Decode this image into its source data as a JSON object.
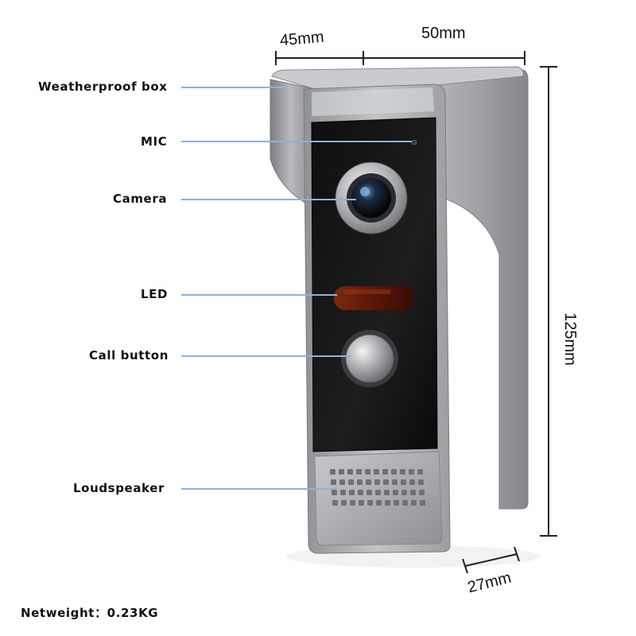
{
  "callouts": [
    {
      "label": "Weatherproof box"
    },
    {
      "label": "MIC"
    },
    {
      "label": "Camera"
    },
    {
      "label": "LED"
    },
    {
      "label": "Call button"
    },
    {
      "label": "Loudspeaker"
    }
  ],
  "dimensions": {
    "top_left": "45mm",
    "top_right": "50mm",
    "height": "125mm",
    "depth": "27mm"
  },
  "footer": {
    "net_weight": "Netweight：0.23KG"
  },
  "colors": {
    "leader_line": "#8fb0dc",
    "housing": "#9a9ca0",
    "face_panel": "#151515",
    "led": "#5a1608"
  }
}
